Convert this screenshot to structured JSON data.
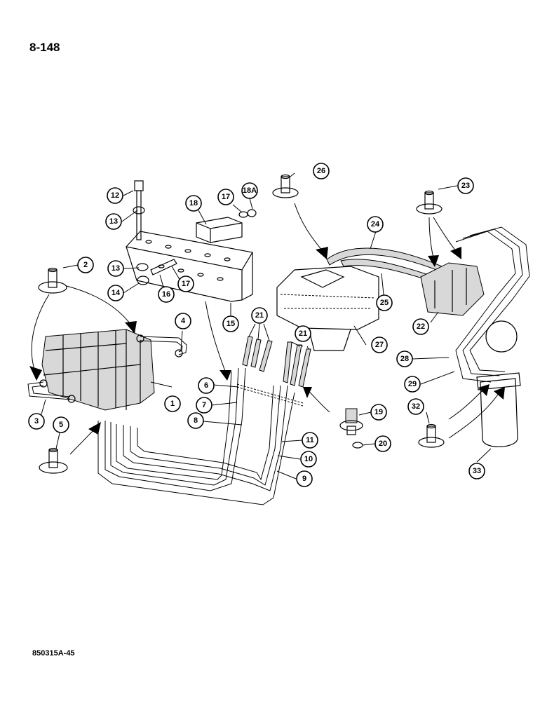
{
  "page_number": "8-148",
  "document_code": "850315A-45",
  "callouts": [
    "1",
    "2",
    "3",
    "4",
    "5",
    "6",
    "7",
    "8",
    "9",
    "10",
    "11",
    "12",
    "13",
    "13",
    "14",
    "15",
    "16",
    "17",
    "17",
    "18",
    "18A",
    "19",
    "20",
    "21",
    "21",
    "22",
    "23",
    "24",
    "25",
    "26",
    "27",
    "28",
    "29",
    "32",
    "33"
  ]
}
